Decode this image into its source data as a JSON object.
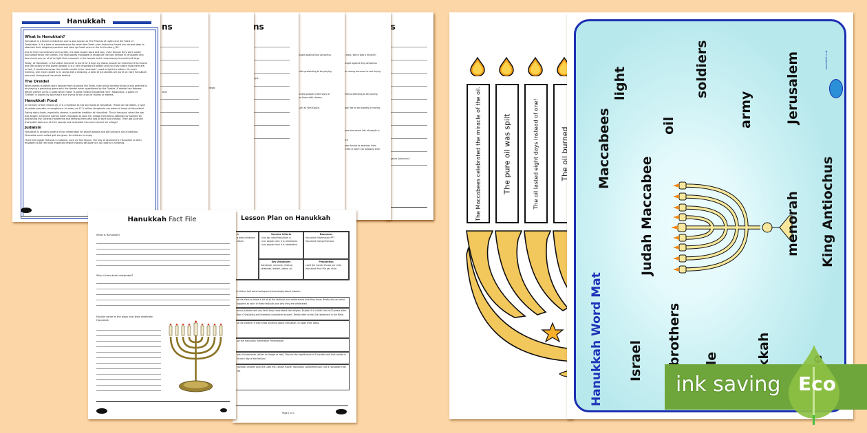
{
  "background_color": "#fcd6a6",
  "info_sheet": {
    "title": "Hanukkah",
    "sections": [
      {
        "heading": "What Is Hanukkah?",
        "paragraphs": [
          "Hanukkah is a Jewish celebration and is also known as The Festival of Lights and the Feast of Dedication. It is a time of remembrance for when the Greek ruler Antiochus forced the ancient Jews to abandon their religious practices and take up Greek ones in the 2nd century, BC.",
          "Due to their commitment and loyalty, the Jews fought back and won, even though they were vastly outnumbered by the Greeks. The Maccabees managed to recapture the holy temple in Jerusalem and found only one jar of oil to light their menorah in the temple but it miraculously burned for 8 days.",
          "Today, at Hanukkah, a Hanukkah menorah is burnt for 8 days by Jewish people to remember this miracle and the victory of the Jewish people. It is a very important tradition and you may notice that there are, in fact, 9 candles because the middle candle is the 'shamash', used to light the others. On each evening, one more candle is lit, along with a blessing. A total of 44 candles are burnt on each Hanukkah menorah throughout the whole festival."
        ]
      },
      {
        "heading": "The Dreidel",
        "paragraphs": [
          "When Jewish students were banned from studying the Torah, they would secretly study it and pretend to be playing a gambling game with the dreidel when questioned by the Greeks. A dreidel has Hebrew letters written on its 4 sides which mean 'A great miracle happened here'. Nowadays, a game of 'Dreidel' is played by spinning it and trying to win a pot of money or sweets."
        ]
      },
      {
        "heading": "Hanukkah Food",
        "paragraphs": [
          "In memory of the miracle oil, it is a tradition to eat oily foods at Hanukkah. These can be latkes, a type of potato pancake, or doughnuts. As many as 17.5 million doughnuts are eaten in Israel at Hanukkah!",
          "Eating dairy foods, especially cheese, is another tradition at Hanukkah. This is because, when the war was fought, a heroine named Judith managed to save her village from being attacked by soldiers by distracting the General Holofernes and feeding them with lots of wine and cheese. They got so drunk that Judith took one of their swords and beheaded him and rescued her village!"
        ]
      },
      {
        "heading": "Judaism",
        "paragraphs": [
          "Hanukkah is actually quite a minor celebration for Jewish people and gift giving is not a tradition. Chocolate coins called gelt are given for children to enjoy.",
          "There are bigger festivals in Judaism, such as Yom Kippur, the Day of Atonement. Hanukkah is often mistaken to be the most important Jewish holiday because it is so close to Christmas."
        ]
      }
    ]
  },
  "question_sheets": {
    "title_fragment": "ns",
    "snippets": [
      "fought against King Antiochus",
      "8 days, which was a miracle?",
      "while pretending to be playing",
      "ran wrong because he was trying",
      "control people of the story of",
      "fed them with cheese.",
      "such as Yom Kippur.",
      "ople like to win sweets or money.",
      "gave she saved lots of people in",
      "ish?",
      "been forced to abandon their",
      "Greek or were not following their",
      "ht against Antiochus?",
      "style",
      "illegal"
    ]
  },
  "fact_file": {
    "title_bold": "Hanukkah",
    "title_rest": " Fact File",
    "questions": [
      "What is Hanukkah?",
      "Why is Hanukkah celebrated?",
      "Explain some of the ways that Jews celebrate Hanukkah"
    ]
  },
  "lesson_plan": {
    "title": "Lesson Plan on Hanukkah",
    "table": {
      "col1_fragment": [
        "to",
        "g Jews celebrate",
        "ukkah."
      ],
      "success_criteria_header": "Success Criteria",
      "success_criteria": [
        "I can say what Hanukkah is.",
        "I can explain why it is celebrated.",
        "I can explain how it is celebrated."
      ],
      "resources_header": "Resources",
      "resources": [
        "Hanukkah Information PPT",
        "Hanukkah Comprehension"
      ],
      "key_vocabulary_header": "Key Vocabulary",
      "key_vocabulary": [
        "Hanukkah, menorah, festival,",
        "celebrate, dreidel, latkes, oil."
      ],
      "preparation_header": "Preparation",
      "preparation": [
        "Light the Candle Puzzle per child",
        "Hanukkah Fact File per child"
      ]
    },
    "intro": "if children had some background knowledge about Judaism.",
    "rows": [
      "sk the class to make a list of all the festivals and celebrations that they know. Briefly discuss what happens at each of these festivals and why they are celebrated.",
      "iscuss Judaism and any facts they know about the religion. Explain it is a faith that is 00 years older than Christianity and therefore considered ancient. Briefly refer to the Old testament in the Bible.",
      "sk the children if they know anything about Hanukkah. te down their ideas.",
      "ow the Hanukkah Information Presentation.",
      "ook at a menorah (either an image or real). Discuss the significance of 9 candles and that candle is lit each day of the festival.",
      "ctivities: children play the Light the Candle Puzzle; Hanukkah Comprehension; rite a Hanukkah Fact File"
    ],
    "footer_page": "Page 1 of 1"
  },
  "candle_puzzle": {
    "candles": [
      "The Maccabees celebrated the miracle of the oil.",
      "The pure oil was spilt",
      "The oil lasted eight days instead of one!",
      "The oil burned"
    ],
    "flame_color": "#fcd34d",
    "menorah_color": "#f2c75c"
  },
  "word_mat": {
    "title": "Hanukkah Word Mat",
    "words": [
      "Maccabees",
      "light",
      "soldiers",
      "oil",
      "army",
      "Jerusalem",
      "Judah Maccabee",
      "menorah",
      "King Antiochus",
      "Israel",
      "brothers",
      "miracle",
      "Hanukkah",
      "temple"
    ],
    "border_color": "#1c2fb0",
    "website": "www.twinkl.co.uk",
    "logo_text": "twinkl"
  },
  "eco_badge": {
    "label": "ink saving",
    "leaf_label": "Eco",
    "banner_color": "#6fa63c",
    "leaf_color": "#8cc043"
  }
}
